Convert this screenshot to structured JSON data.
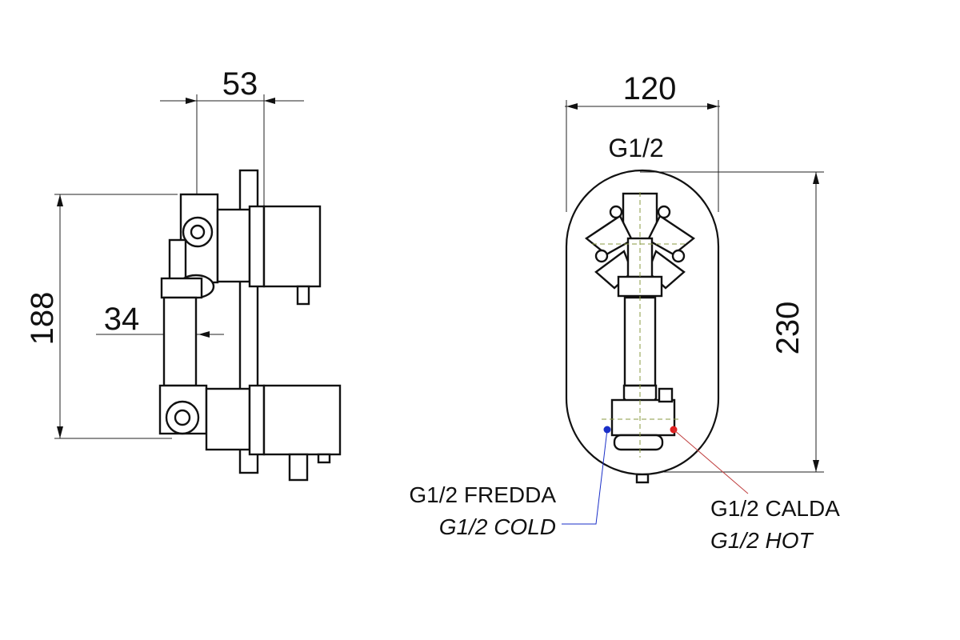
{
  "side_view": {
    "width_dim": "53",
    "depth_dim": "34",
    "height_dim": "188"
  },
  "front_view": {
    "width_dim": "120",
    "height_dim": "230",
    "top_connection": "G1/2"
  },
  "labels": {
    "cold_it": "G1/2 FREDDA",
    "cold_en": "G1/2 COLD",
    "hot_it": "G1/2 CALDA",
    "hot_en": "G1/2 HOT"
  },
  "colors": {
    "cold": "#1a2fc8",
    "hot": "#e02020"
  }
}
